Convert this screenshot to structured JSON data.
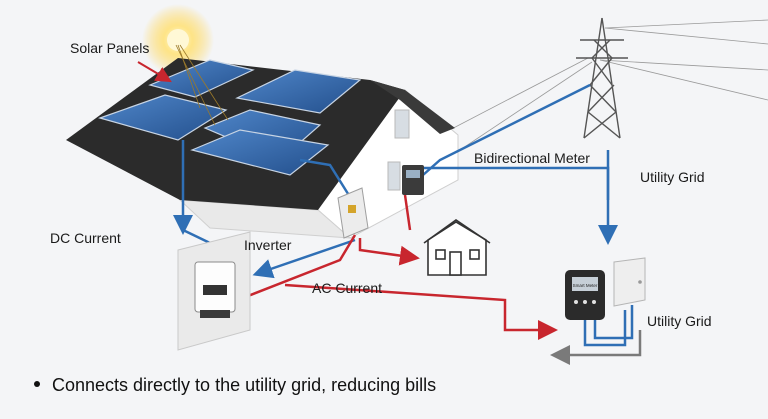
{
  "labels": {
    "solar_panels": "Solar Panels",
    "dc_current": "DC Current",
    "inverter": "Inverter",
    "ac_current": "AC Current",
    "bidirectional_meter": "Bidirectional Meter",
    "utility_grid_top": "Utility Grid",
    "utility_grid_bottom": "Utility Grid"
  },
  "bullet": "Connects directly to the utility grid, reducing bills",
  "meter_text": "Smart Meter",
  "colors": {
    "dc_line": "#2f6fb5",
    "ac_line": "#c8262e",
    "roof": "#2b2b2b",
    "panel": "#2e5fa3",
    "house_wall": "#ffffff",
    "return_arrow": "#7a7a7a"
  },
  "icons": [
    "sun-icon",
    "transmission-tower-icon",
    "house-icon",
    "inverter-icon",
    "meter-icon",
    "breaker-box-icon"
  ]
}
